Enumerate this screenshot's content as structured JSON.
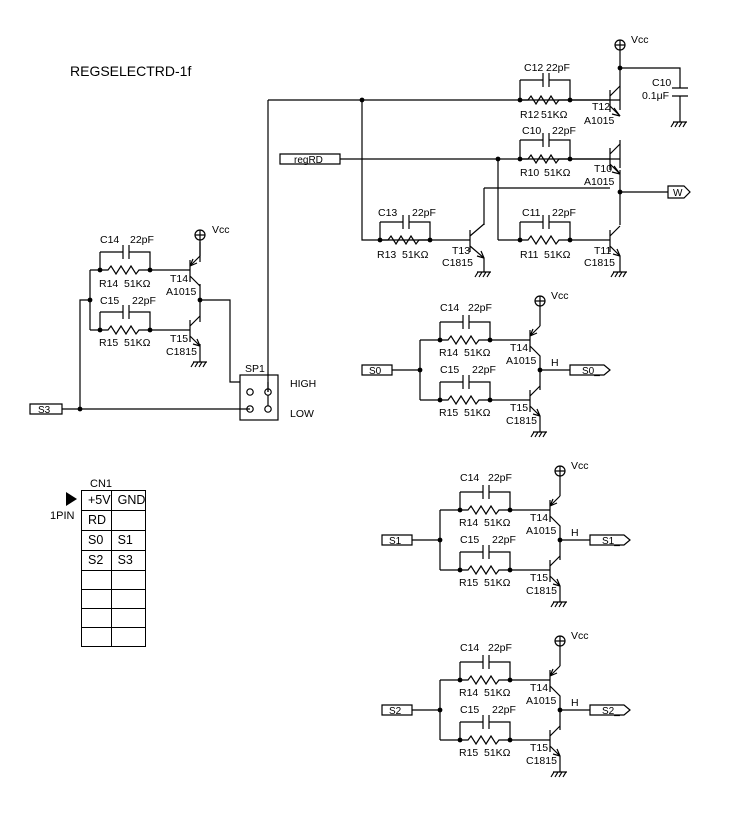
{
  "title": "REGSELECTRD-1f",
  "supply_label": "Vcc",
  "ground_symbol": "ground-icon",
  "top_block": {
    "net_regrd": "regRD",
    "net_w": "W",
    "c12": {
      "ref": "C12",
      "value": "22pF"
    },
    "r12": {
      "ref": "R12",
      "value": "51KΩ"
    },
    "t12": {
      "ref": "T12",
      "part": "A1015"
    },
    "c10_cap": {
      "ref": "C10",
      "value": "0.1μF"
    },
    "c10": {
      "ref": "C10",
      "value": "22pF"
    },
    "r10": {
      "ref": "R10",
      "value": "51KΩ"
    },
    "t10": {
      "ref": "T10",
      "part": "A1015"
    },
    "c13": {
      "ref": "C13",
      "value": "22pF"
    },
    "r13": {
      "ref": "R13",
      "value": "51KΩ"
    },
    "t13": {
      "ref": "T13",
      "part": "C1815"
    },
    "c11": {
      "ref": "C11",
      "value": "22pF"
    },
    "r11": {
      "ref": "R11",
      "value": "51KΩ"
    },
    "t11": {
      "ref": "T11",
      "part": "C1815"
    }
  },
  "left_block": {
    "input": "S3",
    "switch_ref": "SP1",
    "high": "HIGH",
    "low": "LOW",
    "c14": {
      "ref": "C14",
      "value": "22pF"
    },
    "r14": {
      "ref": "R14",
      "value": "51KΩ"
    },
    "t14": {
      "ref": "T14",
      "part": "A1015"
    },
    "c15": {
      "ref": "C15",
      "value": "22pF"
    },
    "r15": {
      "ref": "R15",
      "value": "51KΩ"
    },
    "t15": {
      "ref": "T15",
      "part": "C1815"
    }
  },
  "inverters": [
    {
      "input": "S0",
      "output": "S0_",
      "node": "H",
      "c14": {
        "ref": "C14",
        "value": "22pF"
      },
      "r14": {
        "ref": "R14",
        "value": "51KΩ"
      },
      "t14": {
        "ref": "T14",
        "part": "A1015"
      },
      "c15": {
        "ref": "C15",
        "value": "22pF"
      },
      "r15": {
        "ref": "R15",
        "value": "51KΩ"
      },
      "t15": {
        "ref": "T15",
        "part": "C1815"
      }
    },
    {
      "input": "S1",
      "output": "S1_",
      "node": "H",
      "c14": {
        "ref": "C14",
        "value": "22pF"
      },
      "r14": {
        "ref": "R14",
        "value": "51KΩ"
      },
      "t14": {
        "ref": "T14",
        "part": "A1015"
      },
      "c15": {
        "ref": "C15",
        "value": "22pF"
      },
      "r15": {
        "ref": "R15",
        "value": "51KΩ"
      },
      "t15": {
        "ref": "T15",
        "part": "C1815"
      }
    },
    {
      "input": "S2",
      "output": "S2_",
      "node": "H",
      "c14": {
        "ref": "C14",
        "value": "22pF"
      },
      "r14": {
        "ref": "R14",
        "value": "51KΩ"
      },
      "t14": {
        "ref": "T14",
        "part": "A1015"
      },
      "c15": {
        "ref": "C15",
        "value": "22pF"
      },
      "r15": {
        "ref": "R15",
        "value": "51KΩ"
      },
      "t15": {
        "ref": "T15",
        "part": "C1815"
      }
    }
  ],
  "connector": {
    "ref": "CN1",
    "pin1_label": "1PIN",
    "rows": [
      [
        "+5V",
        "GND"
      ],
      [
        "RD",
        ""
      ],
      [
        "S0",
        "S1"
      ],
      [
        "S2",
        "S3"
      ],
      [
        "",
        ""
      ],
      [
        "",
        ""
      ],
      [
        "",
        ""
      ],
      [
        "",
        ""
      ]
    ]
  }
}
